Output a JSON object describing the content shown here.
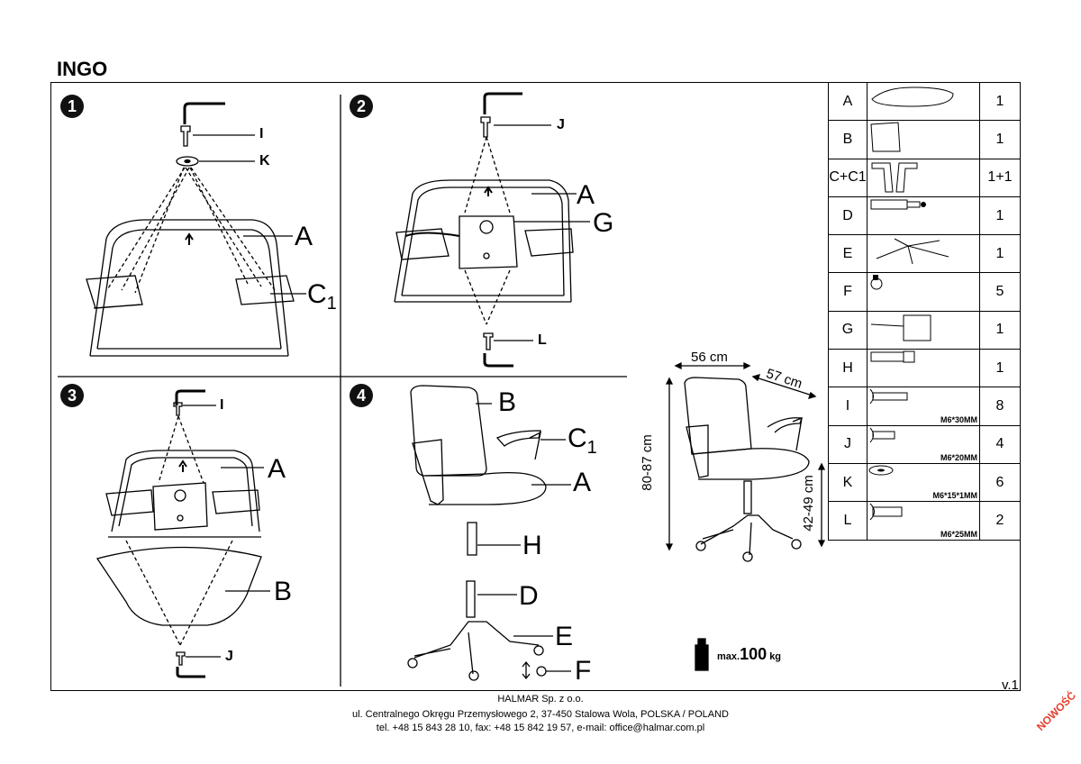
{
  "header": {
    "title": "INGO"
  },
  "steps": {
    "s1": {
      "num": "1",
      "labels": {
        "I": "I",
        "K": "K",
        "A": "A",
        "C1": "C",
        "C1sub": "1"
      }
    },
    "s2": {
      "num": "2",
      "labels": {
        "J": "J",
        "A": "A",
        "G": "G",
        "L": "L"
      }
    },
    "s3": {
      "num": "3",
      "labels": {
        "I": "I",
        "A": "A",
        "B": "B",
        "J": "J"
      }
    },
    "s4": {
      "num": "4",
      "labels": {
        "B": "B",
        "C1": "C",
        "C1sub": "1",
        "A": "A",
        "H": "H",
        "D": "D",
        "E": "E",
        "F": "F"
      }
    }
  },
  "dimensions": {
    "width": "56 cm",
    "depth": "57 cm",
    "height": "80-87 cm",
    "seat_height": "42-49 cm"
  },
  "max_load": {
    "prefix": "max.",
    "value": "100",
    "unit": "kg"
  },
  "parts": [
    {
      "code": "A",
      "qty": "1",
      "spec": ""
    },
    {
      "code": "B",
      "qty": "1",
      "spec": ""
    },
    {
      "code": "C+C1",
      "qty": "1+1",
      "spec": ""
    },
    {
      "code": "D",
      "qty": "1",
      "spec": ""
    },
    {
      "code": "E",
      "qty": "1",
      "spec": ""
    },
    {
      "code": "F",
      "qty": "5",
      "spec": ""
    },
    {
      "code": "G",
      "qty": "1",
      "spec": ""
    },
    {
      "code": "H",
      "qty": "1",
      "spec": ""
    },
    {
      "code": "I",
      "qty": "8",
      "spec": "M6*30MM"
    },
    {
      "code": "J",
      "qty": "4",
      "spec": "M6*20MM"
    },
    {
      "code": "K",
      "qty": "6",
      "spec": "M6*15*1MM"
    },
    {
      "code": "L",
      "qty": "2",
      "spec": "M6*25MM"
    }
  ],
  "version": "v.1",
  "footer": {
    "company": "HALMAR Sp. z o.o.",
    "address": "ul. Centralnego Okręgu Przemysłowego 2, 37-450 Stalowa Wola, POLSKA / POLAND",
    "contact": "tel. +48 15 843 28 10, fax: +48 15 842 19 57, e-mail: office@halmar.com.pl"
  },
  "badge": "NOWOŚĆ"
}
